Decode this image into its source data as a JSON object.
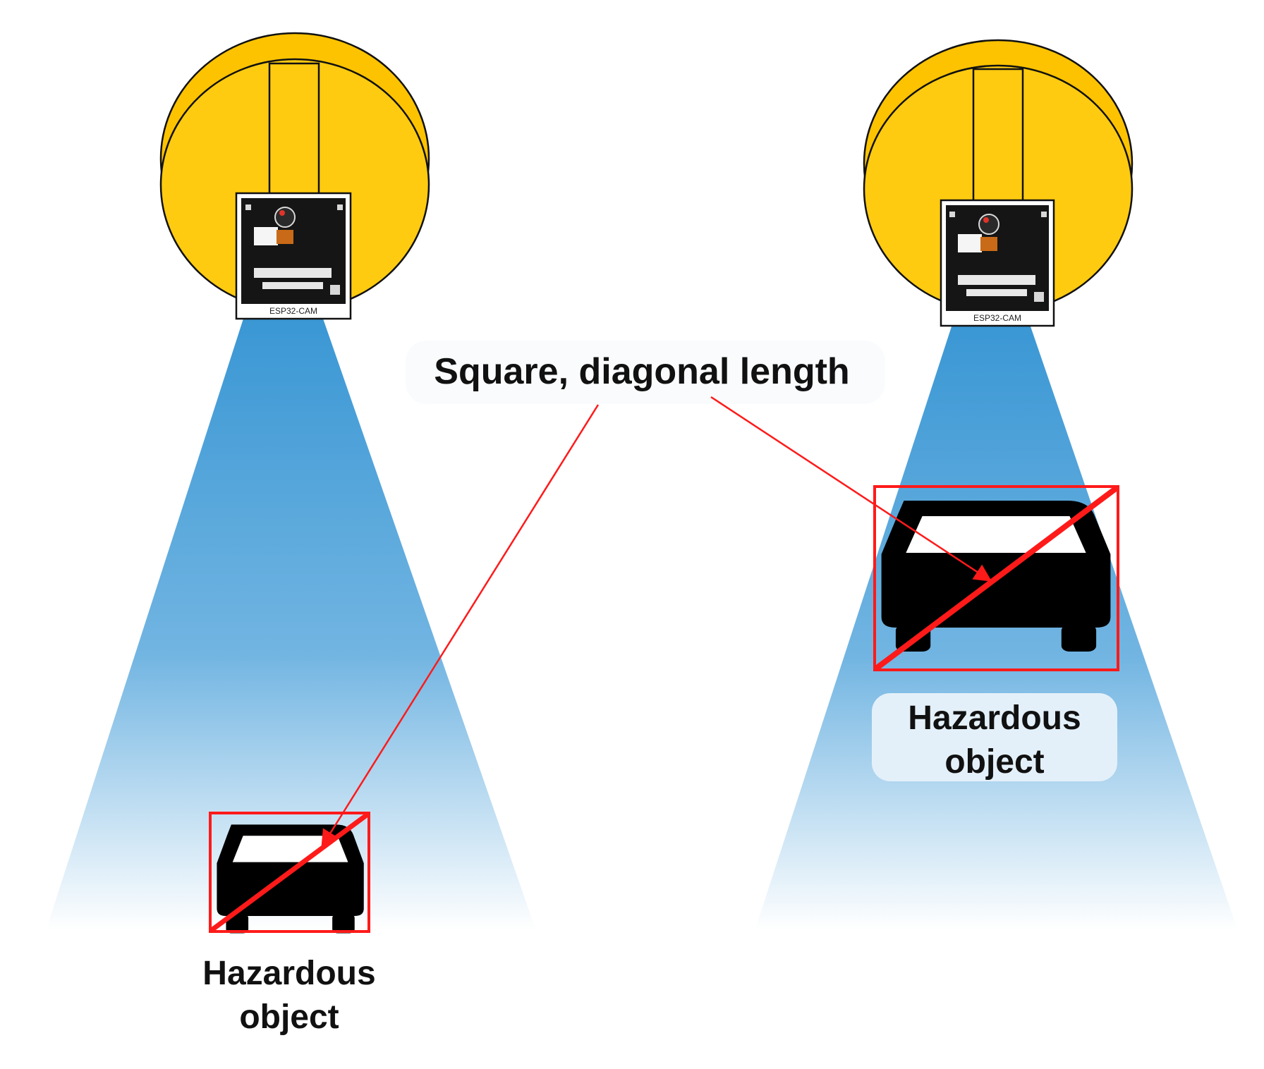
{
  "callout": {
    "text": "Square, diagonal length",
    "color": "#ff1a1a"
  },
  "left_scene": {
    "camera_module_label": "ESP32-CAM",
    "object_label_line1": "Hazardous",
    "object_label_line2": "object",
    "object_icon": "car-icon"
  },
  "right_scene": {
    "camera_module_label": "ESP32-CAM",
    "object_label_line1": "Hazardous",
    "object_label_line2": "object",
    "object_icon": "car-icon"
  },
  "colors": {
    "camera_body": "#fec700",
    "beam": "#3f9bd6",
    "bounding_box": "#ff1a1a",
    "car": "#000000"
  }
}
